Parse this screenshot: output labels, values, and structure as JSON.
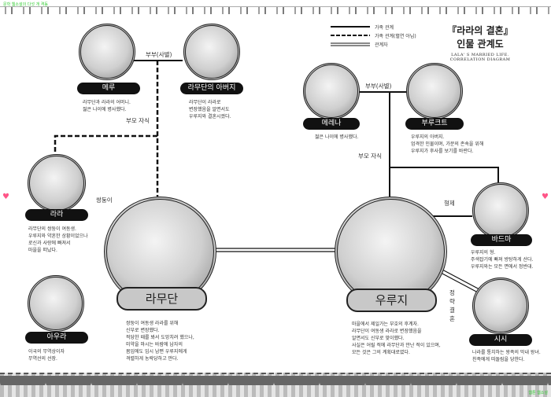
{
  "watermark_top": "문학 웹소설의 다섯 개 격동",
  "watermark_bottom": "웹툰 웹소설",
  "title": {
    "main": "『라라의 결혼』",
    "sub": "인물 관계도",
    "english": "LALA' S MARRIED LIFE. CORRELATION DIAGRAM"
  },
  "legend": [
    {
      "label": "가족 관계",
      "style": "solid"
    },
    {
      "label": "가족 관계(혈연 아님)",
      "style": "dashed"
    },
    {
      "label": "관계자",
      "style": "double"
    }
  ],
  "relations": {
    "couple_left": "부부(사별)",
    "parent_child_left": "부모 자식",
    "twins": "쌍둥이",
    "couple_right": "부부(사별)",
    "parent_child_right": "부모 자식",
    "brothers": "형제",
    "political_marriage": "정략 결혼"
  },
  "characters": {
    "meru": {
      "name": "메루",
      "desc": "라무단과 라라의 어머니.\n젊은 나이에 병사했다."
    },
    "father": {
      "name": "라무단의 아버지",
      "desc": "라무단이 라라로\n변장했음을 알면서도\n우루지와 결혼시켰다."
    },
    "lala": {
      "name": "라라",
      "desc": "라무단의 쌍둥이 여동생.\n우루지와 약혼한 상황이었으나\n로신과 사랑에 빠져서\n마을을 떠났다."
    },
    "ramudan": {
      "name": "라무단",
      "desc": "쌍둥이 여동생 라라를 위해\n신부로 변장했다.\n적당한 때를 봐서 도망치려 했으나,\n미약을 마시는 바람에 남자의\n몸임에도 임시 남편 우루지에게\n격렬하게 농락당하고 만다."
    },
    "aura": {
      "name": "아우라",
      "desc": "이국의 무역상이자\n무역선의 선장."
    },
    "merena": {
      "name": "메레나",
      "desc": "젊은 나이에 병사했다."
    },
    "burukt": {
      "name": "부루크트",
      "desc": "우루지의 아버지.\n엄격한 인물이며, 가문의 존속을 위해\n우루지가 후사를 보기를 바란다."
    },
    "uruji": {
      "name": "우루지",
      "desc": "마을에서 제일가는 부호의 후계자.\n라무단이 여동생 라라로 변장했음을\n알면서도 신부로 맞이했다.\n사실은 어릴 적에 라무단과 만난 적이 있으며,\n모든 것은 그의 계획대로였다."
    },
    "badma": {
      "name": "바드마",
      "desc": "우루지의 형.\n주색잡기에 빠져 방탕하게 산다.\n우루지와는 모든 면에서 정반대."
    },
    "sisi": {
      "name": "시시",
      "desc": "나라를 통치하는 왕족의 막내 왕녀.\n친족에게 따돌림을 당한다."
    }
  }
}
